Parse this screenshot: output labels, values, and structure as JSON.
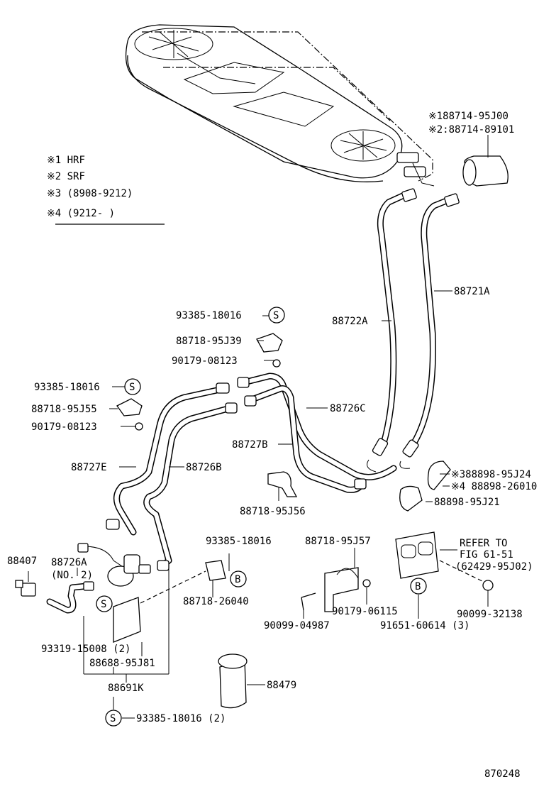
{
  "legend": {
    "note1": "※1  HRF",
    "note2": "※2  SRF",
    "note3": "※3  (8908-9212)",
    "note4": "※4  (9212-      )"
  },
  "labels": {
    "l_188714_95J00": "※188714-95J00",
    "l_288714_89101": "※2:88714-89101",
    "l_88721A": "88721A",
    "l_88722A": "88722A",
    "l_93385_18016_a": "93385-18016",
    "l_88718_95J39": "88718-95J39",
    "l_90179_08123_a": "90179-08123",
    "l_93385_18016_b": "93385-18016",
    "l_88718_95J55": "88718-95J55",
    "l_90179_08123_b": "90179-08123",
    "l_88726C": "88726C",
    "l_88727B": "88727B",
    "l_88727E": "88727E",
    "l_88726B": "88726B",
    "l_388898_95J24": "※388898-95J24",
    "l_488898_26010": "※4 88898-26010",
    "l_88898_95J21": "88898-95J21",
    "l_88718_95J56": "88718-95J56",
    "l_88407": "88407",
    "l_88726A": "88726A",
    "l_no2": "(NO. 2)",
    "l_93385_18016_c": "93385-18016",
    "l_88718_26040": "88718-26040",
    "l_88718_95J57": "88718-95J57",
    "l_refer_to": "REFER TO",
    "l_fig": "FIG 61-51",
    "l_62429": "(62429-95J02)",
    "l_90179_06115": "90179-06115",
    "l_90099_32138": "90099-32138",
    "l_90099_04987": "90099-04987",
    "l_91651_60614": "91651-60614 (3)",
    "l_93319_15008": "93319-15008 (2)",
    "l_88688_95J81": "88688-95J81",
    "l_88691K": "88691K",
    "l_88479": "88479",
    "l_93385_18016_d": "93385-18016 (2)",
    "figure_number": "870248"
  },
  "markers": {
    "s": "S",
    "b": "B"
  }
}
